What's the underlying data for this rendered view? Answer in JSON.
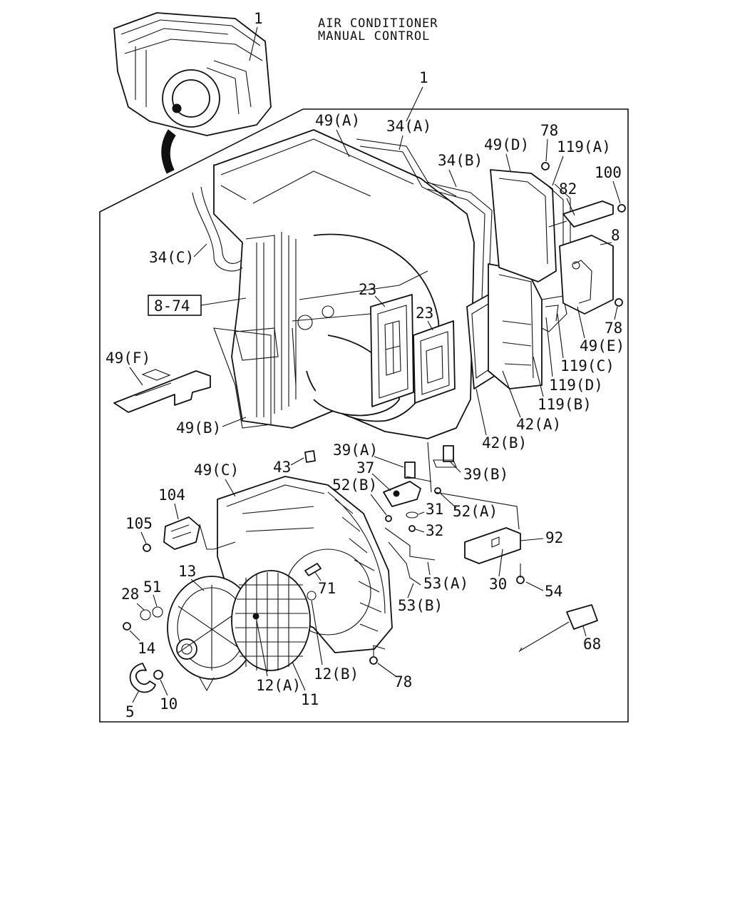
{
  "title": {
    "line1": "AIR CONDITIONER",
    "line2": "MANUAL CONTROL"
  },
  "reference_box": "8-74",
  "callouts": {
    "c1_top": "1",
    "c1_frame": "1",
    "c49a": "49(A)",
    "c34a": "34(A)",
    "c34b": "34(B)",
    "c49d": "49(D)",
    "c78_top": "78",
    "c119a": "119(A)",
    "c100": "100",
    "c82": "82",
    "c8": "8",
    "c34c": "34(C)",
    "c23a": "23",
    "c23b": "23",
    "c78_mid": "78",
    "c49e": "49(E)",
    "c119c": "119(C)",
    "c119d": "119(D)",
    "c119b": "119(B)",
    "c42a": "42(A)",
    "c42b": "42(B)",
    "c49f": "49(F)",
    "c49b": "49(B)",
    "c39a": "39(A)",
    "c39b": "39(B)",
    "c43": "43",
    "c37": "37",
    "c49c": "49(C)",
    "c52b": "52(B)",
    "c52a": "52(A)",
    "c104": "104",
    "c31": "31",
    "c32": "32",
    "c92": "92",
    "c105": "105",
    "c13": "13",
    "c71": "71",
    "c53a": "53(A)",
    "c53b": "53(B)",
    "c30": "30",
    "c54": "54",
    "c28": "28",
    "c51": "51",
    "c14": "14",
    "c68": "68",
    "c12a": "12(A)",
    "c12b": "12(B)",
    "c78_bot": "78",
    "c10": "10",
    "c11": "11",
    "c5": "5"
  }
}
